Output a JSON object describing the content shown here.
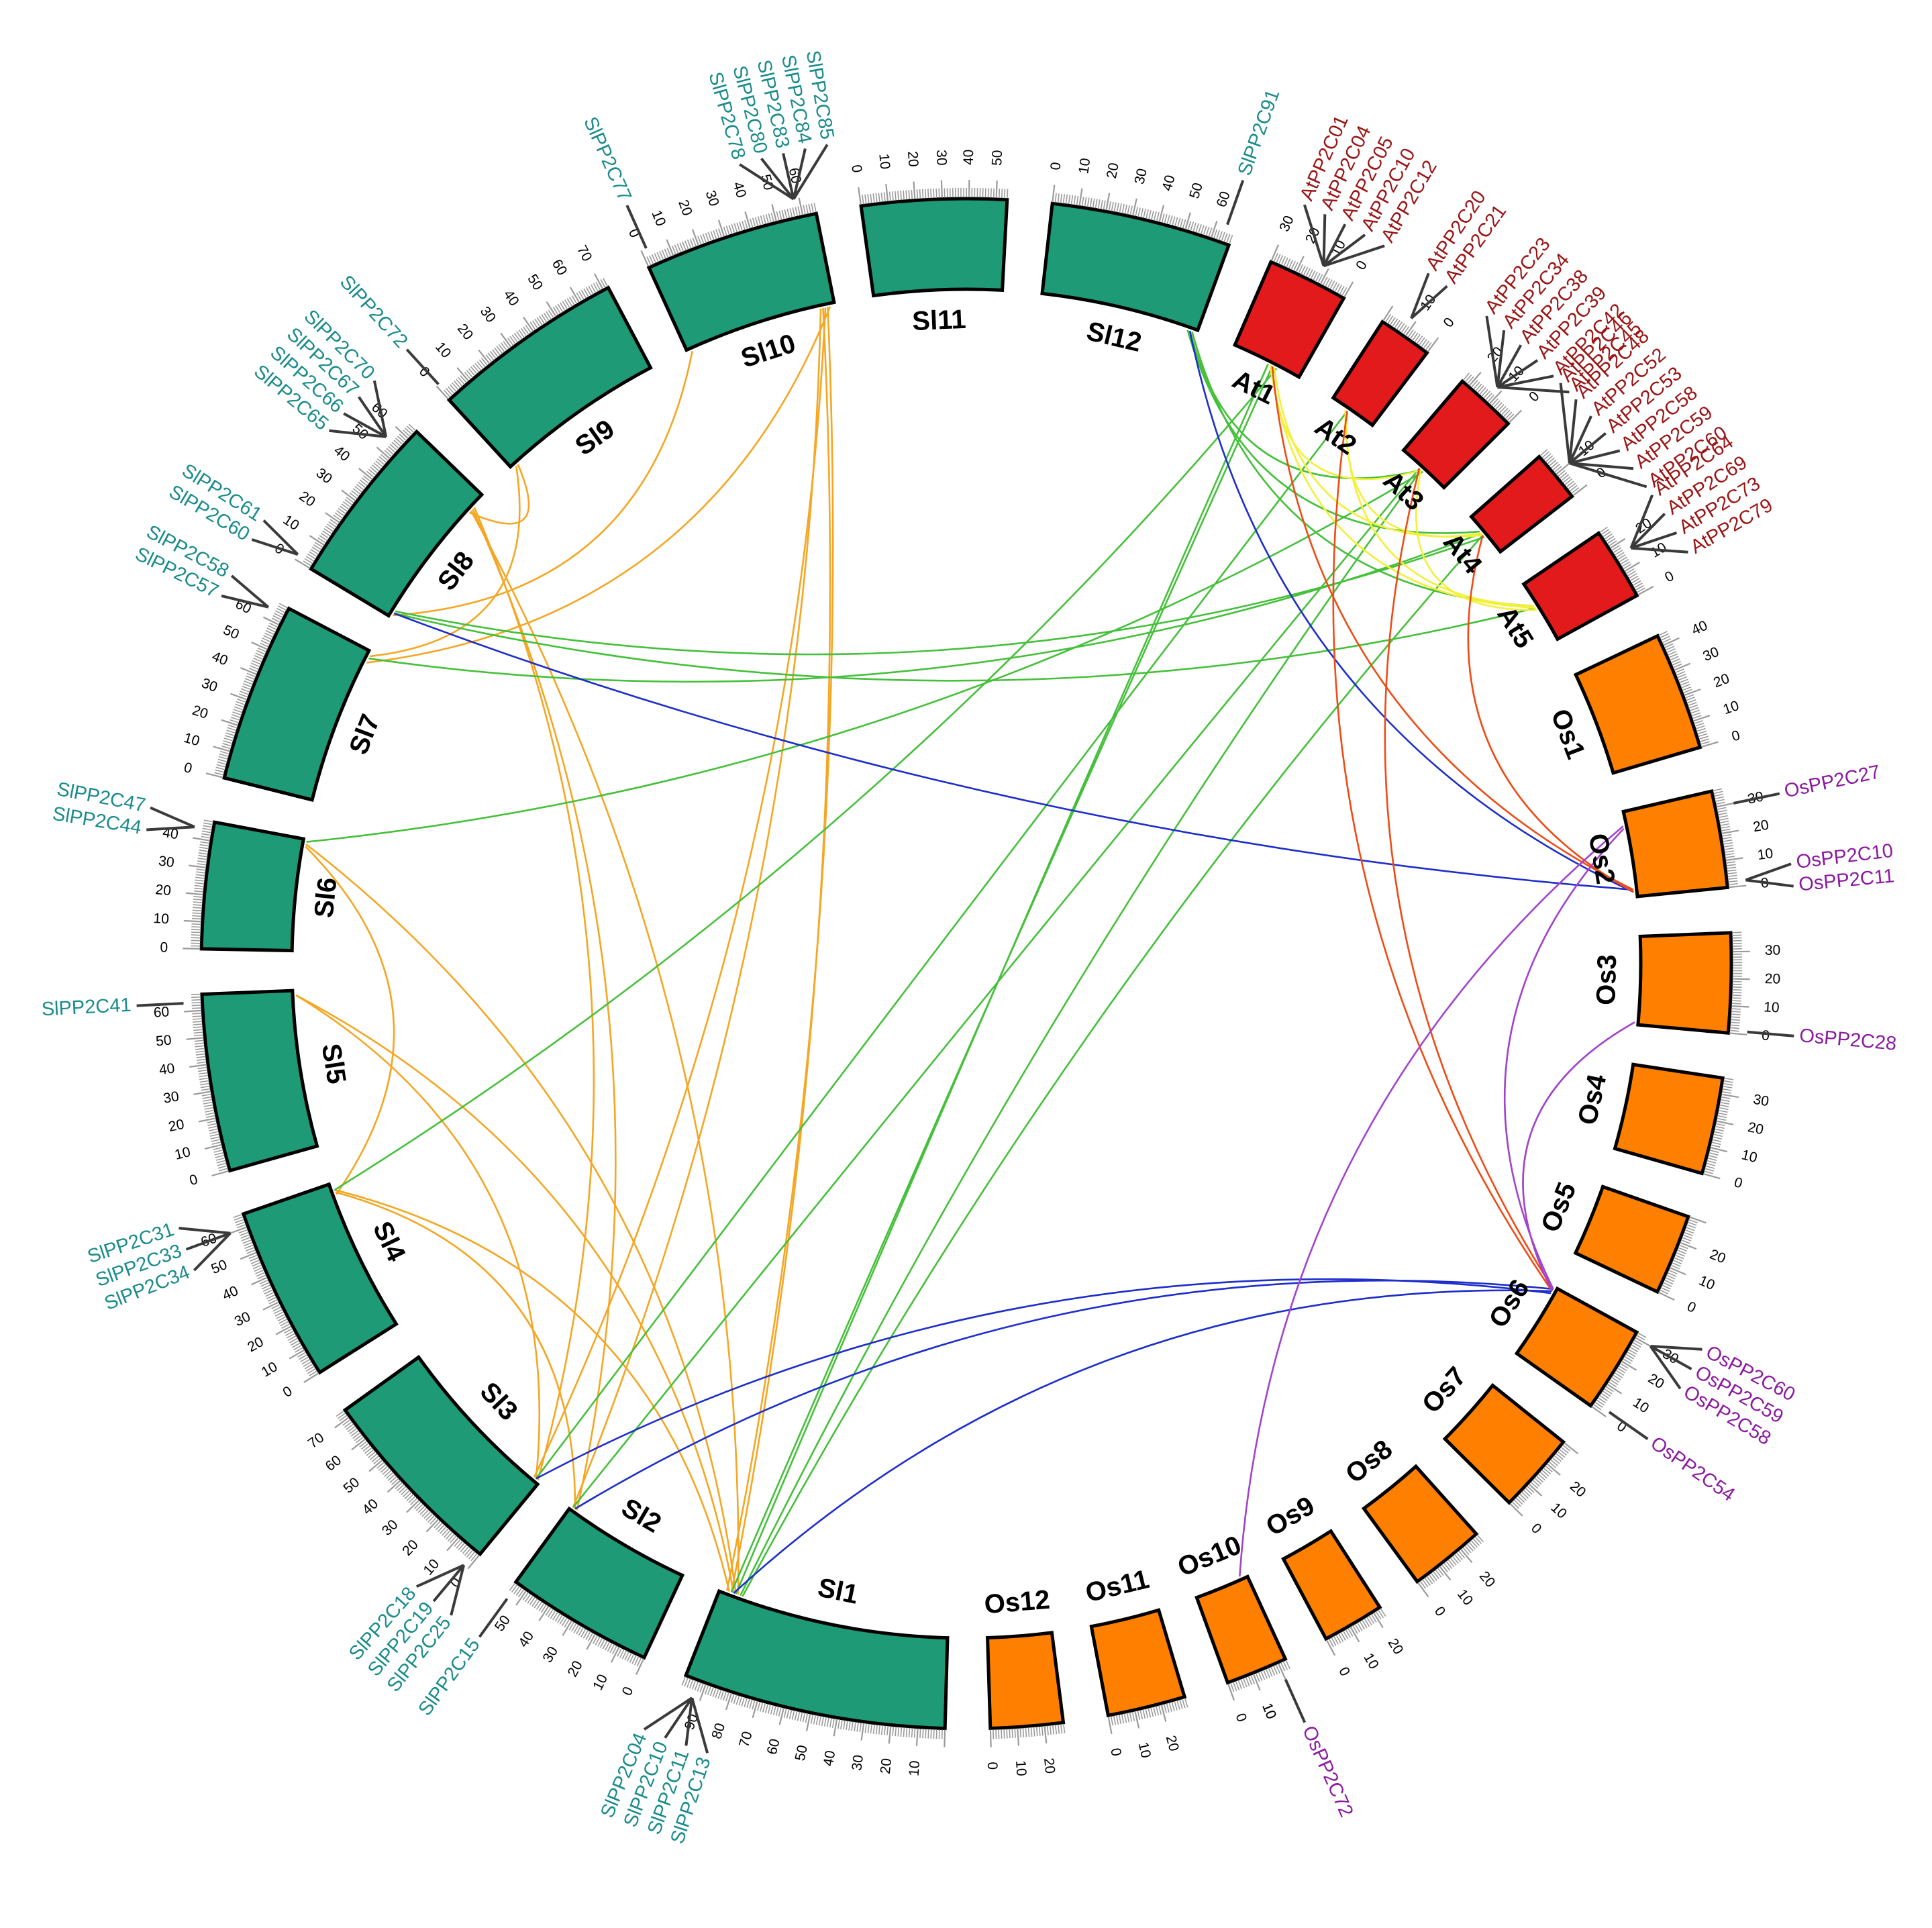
{
  "colors": {
    "Sl_band": "#1e9a76",
    "Os_band": "#ff8000",
    "At_band": "#e31a1c",
    "Sl_gene": "#1a8b8b",
    "Os_gene": "#8b1aa0",
    "At_gene": "#9b1414",
    "link_Sl_Sl": "#f5a623",
    "link_Sl_At": "#45c03a",
    "link_Sl_Os": "#1d2ecb",
    "link_At_At": "#f3f03a",
    "link_At_Os": "#ef4b14",
    "link_Os_Os": "#a044cc"
  },
  "chromosomes": [
    {
      "id": "Sl1",
      "label": "Sl1",
      "species": "Sl",
      "size": 98,
      "ticks": [
        "10",
        "20",
        "30",
        "40",
        "50",
        "60",
        "70",
        "80",
        "90"
      ]
    },
    {
      "id": "Sl2",
      "label": "Sl2",
      "species": "Sl",
      "size": 55,
      "ticks": [
        "0",
        "10",
        "20",
        "30",
        "40",
        "50"
      ]
    },
    {
      "id": "Sl3",
      "label": "Sl3",
      "species": "Sl",
      "size": 73,
      "ticks": [
        "0",
        "10",
        "20",
        "30",
        "40",
        "50",
        "60",
        "70"
      ]
    },
    {
      "id": "Sl4",
      "label": "Sl4",
      "species": "Sl",
      "size": 65,
      "ticks": [
        "0",
        "10",
        "20",
        "30",
        "40",
        "50",
        "60"
      ]
    },
    {
      "id": "Sl5",
      "label": "Sl5",
      "species": "Sl",
      "size": 66,
      "ticks": [
        "0",
        "10",
        "20",
        "30",
        "40",
        "50",
        "60"
      ]
    },
    {
      "id": "Sl6",
      "label": "Sl6",
      "species": "Sl",
      "size": 47,
      "ticks": [
        "0",
        "10",
        "20",
        "30",
        "40"
      ]
    },
    {
      "id": "Sl7",
      "label": "Sl7",
      "species": "Sl",
      "size": 67,
      "ticks": [
        "0",
        "10",
        "20",
        "30",
        "40",
        "50",
        "60"
      ]
    },
    {
      "id": "Sl8",
      "label": "Sl8",
      "species": "Sl",
      "size": 64,
      "ticks": [
        "0",
        "10",
        "20",
        "30",
        "40",
        "50",
        "60"
      ]
    },
    {
      "id": "Sl9",
      "label": "Sl9",
      "species": "Sl",
      "size": 72,
      "ticks": [
        "0",
        "10",
        "20",
        "30",
        "40",
        "50",
        "60",
        "70"
      ]
    },
    {
      "id": "Sl10",
      "label": "Sl10",
      "species": "Sl",
      "size": 65,
      "ticks": [
        "0",
        "10",
        "20",
        "30",
        "40",
        "50",
        "60"
      ]
    },
    {
      "id": "Sl11",
      "label": "Sl11",
      "species": "Sl",
      "size": 54,
      "ticks": [
        "0",
        "10",
        "20",
        "30",
        "40",
        "50"
      ]
    },
    {
      "id": "Sl12",
      "label": "Sl12",
      "species": "Sl",
      "size": 67,
      "ticks": [
        "0",
        "10",
        "20",
        "30",
        "40",
        "50",
        "60"
      ]
    },
    {
      "id": "At1",
      "label": "At1",
      "species": "At",
      "size": 30,
      "ticks": [
        "0",
        "10",
        "20",
        "30"
      ]
    },
    {
      "id": "At2",
      "label": "At2",
      "species": "At",
      "size": 20,
      "ticks": [
        "0",
        "10"
      ]
    },
    {
      "id": "At3",
      "label": "At3",
      "species": "At",
      "size": 23,
      "ticks": [
        "0",
        "10",
        "20"
      ]
    },
    {
      "id": "At4",
      "label": "At4",
      "species": "At",
      "size": 19,
      "ticks": [
        "0",
        "10"
      ]
    },
    {
      "id": "At5",
      "label": "At5",
      "species": "At",
      "size": 27,
      "ticks": [
        "0",
        "10",
        "20"
      ]
    },
    {
      "id": "Os1",
      "label": "Os1",
      "species": "Os",
      "size": 44,
      "ticks": [
        "0",
        "10",
        "20",
        "30",
        "40"
      ]
    },
    {
      "id": "Os2",
      "label": "Os2",
      "species": "Os",
      "size": 36,
      "ticks": [
        "0",
        "10",
        "20",
        "30"
      ]
    },
    {
      "id": "Os3",
      "label": "Os3",
      "species": "Os",
      "size": 37,
      "ticks": [
        "0",
        "10",
        "20",
        "30"
      ]
    },
    {
      "id": "Os4",
      "label": "Os4",
      "species": "Os",
      "size": 36,
      "ticks": [
        "0",
        "10",
        "20",
        "30"
      ]
    },
    {
      "id": "Os5",
      "label": "Os5",
      "species": "Os",
      "size": 30,
      "ticks": [
        "0",
        "10",
        "20"
      ]
    },
    {
      "id": "Os6",
      "label": "Os6",
      "species": "Os",
      "size": 32,
      "ticks": [
        "0",
        "10",
        "20",
        "30"
      ]
    },
    {
      "id": "Os7",
      "label": "Os7",
      "species": "Os",
      "size": 30,
      "ticks": [
        "0",
        "10",
        "20"
      ]
    },
    {
      "id": "Os8",
      "label": "Os8",
      "species": "Os",
      "size": 28,
      "ticks": [
        "0",
        "10",
        "20"
      ]
    },
    {
      "id": "Os9",
      "label": "Os9",
      "species": "Os",
      "size": 23,
      "ticks": [
        "0",
        "10",
        "20"
      ]
    },
    {
      "id": "Os10",
      "label": "Os10",
      "species": "Os",
      "size": 23,
      "ticks": [
        "0",
        "10",
        "10"
      ]
    },
    {
      "id": "Os11",
      "label": "Os11",
      "species": "Os",
      "size": 29,
      "ticks": [
        "0",
        "10",
        "20"
      ]
    },
    {
      "id": "Os12",
      "label": "Os12",
      "species": "Os",
      "size": 27,
      "ticks": [
        "0",
        "10",
        "20"
      ]
    }
  ],
  "genes": [
    {
      "chr": "Sl1",
      "pos": 93,
      "labels": [
        "SlPP2C13",
        "SlPP2C11",
        "SlPP2C10",
        "SlPP2C04"
      ]
    },
    {
      "chr": "Sl2",
      "pos": 54,
      "labels": [
        "SlPP2C15"
      ]
    },
    {
      "chr": "Sl3",
      "pos": 2,
      "labels": [
        "SlPP2C25",
        "SlPP2C19",
        "SlPP2C18"
      ]
    },
    {
      "chr": "Sl4",
      "pos": 60,
      "labels": [
        "SlPP2C34",
        "SlPP2C33",
        "SlPP2C31"
      ]
    },
    {
      "chr": "Sl5",
      "pos": 63,
      "labels": [
        "SlPP2C41"
      ]
    },
    {
      "chr": "Sl6",
      "pos": 44,
      "labels": [
        "SlPP2C44",
        "SlPP2C47"
      ]
    },
    {
      "chr": "Sl7",
      "pos": 64,
      "labels": [
        "SlPP2C57",
        "SlPP2C58"
      ]
    },
    {
      "chr": "Sl8",
      "pos": 2,
      "labels": [
        "SlPP2C60",
        "SlPP2C61"
      ]
    },
    {
      "chr": "Sl8",
      "pos": 55,
      "labels": [
        "SlPP2C65",
        "SlPP2C66",
        "SlPP2C67",
        "SlPP2C70"
      ]
    },
    {
      "chr": "Sl9",
      "pos": 1,
      "labels": [
        "SlPP2C72"
      ]
    },
    {
      "chr": "Sl10",
      "pos": 2,
      "labels": [
        "SlPP2C77"
      ]
    },
    {
      "chr": "Sl10",
      "pos": 58,
      "labels": [
        "SlPP2C78",
        "SlPP2C80",
        "SlPP2C83",
        "SlPP2C84",
        "SlPP2C85"
      ]
    },
    {
      "chr": "Sl12",
      "pos": 64,
      "labels": [
        "SlPP2C91"
      ]
    },
    {
      "chr": "At1",
      "pos": 12,
      "labels": [
        "AtPP2C01",
        "AtPP2C04",
        "AtPP2C05",
        "AtPP2C10",
        "AtPP2C12"
      ]
    },
    {
      "chr": "At2",
      "pos": 12,
      "labels": [
        "AtPP2C20",
        "AtPP2C21"
      ]
    },
    {
      "chr": "At3",
      "pos": 12,
      "labels": [
        "AtPP2C23",
        "AtPP2C34",
        "AtPP2C38",
        "AtPP2C39",
        "AtPP2C42",
        "AtPP2C45"
      ]
    },
    {
      "chr": "At4",
      "pos": 10,
      "labels": [
        "AtPP2C46",
        "AtPP2C48",
        "AtPP2C52",
        "AtPP2C53",
        "AtPP2C58",
        "AtPP2C59",
        "AtPP2C60"
      ]
    },
    {
      "chr": "At5",
      "pos": 16,
      "labels": [
        "AtPP2C64",
        "AtPP2C69",
        "AtPP2C73",
        "AtPP2C79"
      ]
    },
    {
      "chr": "Os2",
      "pos": 2,
      "labels": [
        "OsPP2C10",
        "OsPP2C11"
      ]
    },
    {
      "chr": "Os2",
      "pos": 30,
      "labels": [
        "OsPP2C27"
      ]
    },
    {
      "chr": "Os3",
      "pos": 1,
      "labels": [
        "OsPP2C28"
      ]
    },
    {
      "chr": "Os6",
      "pos": 2,
      "labels": [
        "OsPP2C54"
      ]
    },
    {
      "chr": "Os6",
      "pos": 30,
      "labels": [
        "OsPP2C60",
        "OsPP2C59",
        "OsPP2C58"
      ]
    },
    {
      "chr": "Os10",
      "pos": 20,
      "labels": [
        "OsPP2C72"
      ]
    }
  ],
  "links": [
    {
      "a": [
        "Sl1",
        95
      ],
      "b": [
        "Sl10",
        62
      ],
      "type": "Sl_Sl"
    },
    {
      "a": [
        "Sl1",
        93
      ],
      "b": [
        "Sl10",
        60
      ],
      "type": "Sl_Sl"
    },
    {
      "a": [
        "Sl1",
        94
      ],
      "b": [
        "Sl4",
        62
      ],
      "type": "Sl_Sl"
    },
    {
      "a": [
        "Sl1",
        92
      ],
      "b": [
        "Sl5",
        64
      ],
      "type": "Sl_Sl"
    },
    {
      "a": [
        "Sl1",
        91
      ],
      "b": [
        "Sl6",
        45
      ],
      "type": "Sl_Sl"
    },
    {
      "a": [
        "Sl1",
        90
      ],
      "b": [
        "Sl8",
        56
      ],
      "type": "Sl_Sl"
    },
    {
      "a": [
        "Sl2",
        54
      ],
      "b": [
        "Sl10",
        59
      ],
      "type": "Sl_Sl"
    },
    {
      "a": [
        "Sl2",
        53
      ],
      "b": [
        "Sl4",
        61
      ],
      "type": "Sl_Sl"
    },
    {
      "a": [
        "Sl2",
        52
      ],
      "b": [
        "Sl8",
        57
      ],
      "type": "Sl_Sl"
    },
    {
      "a": [
        "Sl3",
        2
      ],
      "b": [
        "Sl5",
        64
      ],
      "type": "Sl_Sl"
    },
    {
      "a": [
        "Sl3",
        3
      ],
      "b": [
        "Sl10",
        61
      ],
      "type": "Sl_Sl"
    },
    {
      "a": [
        "Sl3",
        1
      ],
      "b": [
        "Sl8",
        58
      ],
      "type": "Sl_Sl"
    },
    {
      "a": [
        "Sl4",
        60
      ],
      "b": [
        "Sl6",
        44
      ],
      "type": "Sl_Sl"
    },
    {
      "a": [
        "Sl7",
        62
      ],
      "b": [
        "Sl10",
        63
      ],
      "type": "Sl_Sl"
    },
    {
      "a": [
        "Sl7",
        65
      ],
      "b": [
        "Sl9",
        2
      ],
      "type": "Sl_Sl"
    },
    {
      "a": [
        "Sl8",
        1
      ],
      "b": [
        "Sl10",
        2
      ],
      "type": "Sl_Sl"
    },
    {
      "a": [
        "Sl9",
        3
      ],
      "b": [
        "Sl8",
        55
      ],
      "type": "Sl_Sl"
    },
    {
      "a": [
        "Sl1",
        93
      ],
      "b": [
        "At1",
        12
      ],
      "type": "Sl_At"
    },
    {
      "a": [
        "Sl1",
        91
      ],
      "b": [
        "At1",
        14
      ],
      "type": "Sl_At"
    },
    {
      "a": [
        "Sl1",
        89
      ],
      "b": [
        "At3",
        12
      ],
      "type": "Sl_At"
    },
    {
      "a": [
        "Sl1",
        88
      ],
      "b": [
        "At4",
        10
      ],
      "type": "Sl_At"
    },
    {
      "a": [
        "Sl2",
        54
      ],
      "b": [
        "At3",
        13
      ],
      "type": "Sl_At"
    },
    {
      "a": [
        "Sl3",
        2
      ],
      "b": [
        "At2",
        12
      ],
      "type": "Sl_At"
    },
    {
      "a": [
        "Sl4",
        62
      ],
      "b": [
        "At1",
        10
      ],
      "type": "Sl_At"
    },
    {
      "a": [
        "Sl6",
        46
      ],
      "b": [
        "At3",
        11
      ],
      "type": "Sl_At"
    },
    {
      "a": [
        "Sl7",
        64
      ],
      "b": [
        "At4",
        11
      ],
      "type": "Sl_At"
    },
    {
      "a": [
        "Sl8",
        2
      ],
      "b": [
        "At5",
        16
      ],
      "type": "Sl_At"
    },
    {
      "a": [
        "Sl8",
        3
      ],
      "b": [
        "At4",
        9
      ],
      "type": "Sl_At"
    },
    {
      "a": [
        "Sl12",
        64
      ],
      "b": [
        "At3",
        12
      ],
      "type": "Sl_At"
    },
    {
      "a": [
        "Sl12",
        65
      ],
      "b": [
        "At5",
        17
      ],
      "type": "Sl_At"
    },
    {
      "a": [
        "Sl12",
        63
      ],
      "b": [
        "At4",
        12
      ],
      "type": "Sl_At"
    },
    {
      "a": [
        "Sl1",
        92
      ],
      "b": [
        "Os6",
        30
      ],
      "type": "Sl_Os"
    },
    {
      "a": [
        "Sl2",
        53
      ],
      "b": [
        "Os6",
        31
      ],
      "type": "Sl_Os"
    },
    {
      "a": [
        "Sl3",
        2
      ],
      "b": [
        "Os6",
        29
      ],
      "type": "Sl_Os"
    },
    {
      "a": [
        "Sl8",
        2
      ],
      "b": [
        "Os2",
        3
      ],
      "type": "Sl_Os"
    },
    {
      "a": [
        "Sl12",
        64
      ],
      "b": [
        "Os2",
        2
      ],
      "type": "Sl_Os"
    },
    {
      "a": [
        "At1",
        12
      ],
      "b": [
        "At3",
        12
      ],
      "type": "At_At"
    },
    {
      "a": [
        "At1",
        11
      ],
      "b": [
        "At4",
        10
      ],
      "type": "At_At"
    },
    {
      "a": [
        "At1",
        13
      ],
      "b": [
        "At5",
        16
      ],
      "type": "At_At"
    },
    {
      "a": [
        "At2",
        12
      ],
      "b": [
        "At4",
        11
      ],
      "type": "At_At"
    },
    {
      "a": [
        "At2",
        13
      ],
      "b": [
        "At5",
        17
      ],
      "type": "At_At"
    },
    {
      "a": [
        "At3",
        12
      ],
      "b": [
        "At5",
        15
      ],
      "type": "At_At"
    },
    {
      "a": [
        "At1",
        12
      ],
      "b": [
        "Os2",
        3
      ],
      "type": "At_Os"
    },
    {
      "a": [
        "At2",
        12
      ],
      "b": [
        "Os6",
        30
      ],
      "type": "At_Os"
    },
    {
      "a": [
        "At3",
        13
      ],
      "b": [
        "Os6",
        31
      ],
      "type": "At_Os"
    },
    {
      "a": [
        "At4",
        10
      ],
      "b": [
        "Os2",
        2
      ],
      "type": "At_Os"
    },
    {
      "a": [
        "Os2",
        30
      ],
      "b": [
        "Os10",
        20
      ],
      "type": "Os_Os"
    },
    {
      "a": [
        "Os3",
        1
      ],
      "b": [
        "Os6",
        30
      ],
      "type": "Os_Os"
    },
    {
      "a": [
        "Os2",
        29
      ],
      "b": [
        "Os6",
        31
      ],
      "type": "Os_Os"
    }
  ]
}
